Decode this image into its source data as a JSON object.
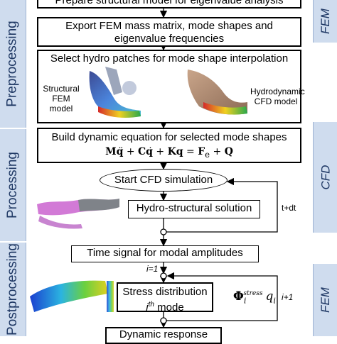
{
  "phases": {
    "preprocessing": "Preprocessing",
    "processing": "Processing",
    "postprocessing": "Postprocessing"
  },
  "methods": {
    "fem_top": "FEM",
    "cfd": "CFD",
    "fem_bottom": "FEM"
  },
  "steps": {
    "prepare": "Prepare structural model for eigenvalue analysis",
    "export_line1": "Export FEM mass matrix, mode shapes and",
    "export_line2": "eigenvalue frequencies",
    "select": "Select hydro patches for mode shape interpolation",
    "build": "Build dynamic equation for selected mode shapes",
    "equation": "Mq̈ + Cq̇ + Kq = F_e + Q",
    "start_cfd": "Start CFD simulation",
    "hydro_solution": "Hydro-structural solution",
    "time_signal": "Time signal for modal amplitudes",
    "stress_line1": "Stress distribution",
    "stress_line2_base": "i",
    "stress_line2_sup": "th",
    "stress_line2_rest": " mode",
    "dynamic_response": "Dynamic response"
  },
  "labels": {
    "structural_line1": "Structural",
    "structural_line2": "FEM model",
    "hydro_line1": "Hydrodynamic",
    "hydro_line2": "CFD model",
    "time_step": "t+dt",
    "i_start": "i=1",
    "i_next": "i+1",
    "stress_formula": "Φ_i^stress q_i"
  },
  "colors": {
    "phase_band": "#cfdcee",
    "phase_text": "#1f3864"
  }
}
